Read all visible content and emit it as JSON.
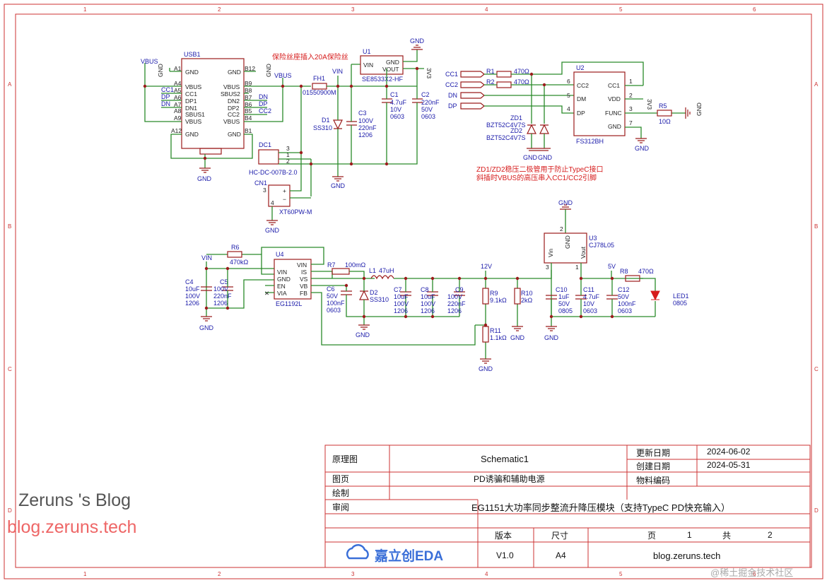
{
  "frame": {
    "cols": [
      "1",
      "2",
      "3",
      "4",
      "5",
      "6"
    ],
    "rows": [
      "A",
      "B",
      "C",
      "D"
    ]
  },
  "notes": {
    "fuse": "保险丝座插入20A保险丝",
    "zener_line1": "ZD1/ZD2稳压二极管用于防止TypeC接口",
    "zener_line2": "斜插时VBUS的高压串入CC1/CC2引脚"
  },
  "parts": {
    "usb1": {
      "ref": "USB1",
      "left_pins": [
        "GND",
        "VBUS",
        "CC1",
        "DP1",
        "DN1",
        "SBUS1",
        "VBUS",
        "GND"
      ],
      "left_nums": [
        "A1",
        "A4",
        "A5",
        "A6",
        "A7",
        "A8",
        "A9",
        "A12"
      ],
      "right_pins": [
        "GND",
        "VBUS",
        "SBUS2",
        "DN2",
        "DP2",
        "CC2",
        "VBUS",
        "GND"
      ],
      "right_nums": [
        "B12",
        "B9",
        "B8",
        "B7",
        "B6",
        "B5",
        "B4",
        "B1"
      ]
    },
    "fh1": {
      "ref": "FH1",
      "val": "01550900M"
    },
    "u1": {
      "ref": "U1",
      "val": "SE8533X2-HF",
      "pins": [
        "VIN",
        "GND",
        "VOUT"
      ]
    },
    "c1": {
      "ref": "C1",
      "v1": "4.7uF",
      "v2": "10V",
      "v3": "0603"
    },
    "c2": {
      "ref": "C2",
      "v1": "220nF",
      "v2": "50V",
      "v3": "0603"
    },
    "c3": {
      "ref": "C3",
      "v1": "100V",
      "v2": "220nF",
      "v3": "1206"
    },
    "d1": {
      "ref": "D1",
      "val": "SS310"
    },
    "dc1": {
      "ref": "DC1",
      "val": "HC-DC-007B-2.0"
    },
    "cn1": {
      "ref": "CN1",
      "val": "XT60PW-M"
    },
    "r1": {
      "ref": "R1",
      "val": "470Ω"
    },
    "r2": {
      "ref": "R2",
      "val": "470Ω"
    },
    "zd1": {
      "ref": "ZD1",
      "val": "BZT52C4V7S"
    },
    "zd2": {
      "ref": "ZD2",
      "val": "BZT52C4V7S"
    },
    "u2": {
      "ref": "U2",
      "val": "FS312BH",
      "left_pins": [
        "CC2",
        "DM",
        "DP"
      ],
      "left_nums": [
        "6",
        "5",
        "4"
      ],
      "right_pins": [
        "CC1",
        "VDD",
        "FUNC",
        "GND"
      ],
      "right_nums": [
        "1",
        "2",
        "3",
        "7"
      ]
    },
    "r5": {
      "ref": "R5",
      "val": "10Ω"
    },
    "r6": {
      "ref": "R6",
      "val": "470kΩ"
    },
    "c4": {
      "ref": "C4",
      "v1": "10uF",
      "v2": "100V",
      "v3": "1206"
    },
    "c5": {
      "ref": "C5",
      "v1": "100V",
      "v2": "220nF",
      "v3": "1206"
    },
    "u4": {
      "ref": "U4",
      "val": "EG1192L",
      "left_pins": [
        "VIN",
        "GND",
        "EN",
        "VIA"
      ],
      "right_pins": [
        "VIN",
        "IS",
        "VS",
        "VB",
        "FB"
      ]
    },
    "r7": {
      "ref": "R7",
      "val": "100mΩ"
    },
    "l1": {
      "ref": "L1",
      "val": "47uH"
    },
    "c6": {
      "ref": "C6",
      "v1": "50V",
      "v2": "100nF",
      "v3": "0603"
    },
    "d2": {
      "ref": "D2",
      "val": "SS310"
    },
    "c7": {
      "ref": "C7",
      "v1": "10uF",
      "v2": "100V",
      "v3": "1206"
    },
    "c8": {
      "ref": "C8",
      "v1": "10uF",
      "v2": "100V",
      "v3": "1206"
    },
    "c9": {
      "ref": "C9",
      "v1": "100V",
      "v2": "220nF",
      "v3": "1206"
    },
    "r9": {
      "ref": "R9",
      "val": "9.1kΩ"
    },
    "r10": {
      "ref": "R10",
      "val": "2kΩ"
    },
    "r11": {
      "ref": "R11",
      "val": "1.1kΩ"
    },
    "u3": {
      "ref": "U3",
      "val": "CJ78L05",
      "pins": [
        "GND",
        "Vin",
        "Vout"
      ]
    },
    "c10": {
      "ref": "C10",
      "v1": "1uF",
      "v2": "50V",
      "v3": "0805"
    },
    "c11": {
      "ref": "C11",
      "v1": "4.7uF",
      "v2": "10V",
      "v3": "0603"
    },
    "c12": {
      "ref": "C12",
      "v1": "50V",
      "v2": "100nF",
      "v3": "0603"
    },
    "r8": {
      "ref": "R8",
      "val": "470Ω"
    },
    "led1": {
      "ref": "LED1",
      "val": "0805"
    }
  },
  "nets": {
    "vbus": "VBUS",
    "vin": "VIN",
    "gnd": "GND",
    "v3": "3V3",
    "cc1": "CC1",
    "cc2": "CC2",
    "dn": "DN",
    "dp": "DP",
    "v12": "12V",
    "v5": "5V"
  },
  "title_block": {
    "label_schematic": "原理图",
    "schematic": "Schematic1",
    "label_page": "图页",
    "page_name": "PD诱骗和辅助电源",
    "label_draw": "绘制",
    "label_review": "审阅",
    "project": "EG1151大功率同步整流升降压模块（支持TypeC PD快充输入）",
    "label_updated": "更新日期",
    "updated": "2024-06-02",
    "label_created": "创建日期",
    "created": "2024-05-31",
    "label_material": "物料编码",
    "label_version": "版本",
    "version": "V1.0",
    "label_size": "尺寸",
    "size": "A4",
    "label_page_no": "页",
    "page_no": "1",
    "label_total": "共",
    "total": "2",
    "logo": "嘉立创EDA",
    "site": "blog.zeruns.tech"
  },
  "overlay": {
    "blog_title": "Zeruns 's Blog",
    "blog_url": "blog.zeruns.tech",
    "watermark": "@稀土掘金技术社区"
  }
}
